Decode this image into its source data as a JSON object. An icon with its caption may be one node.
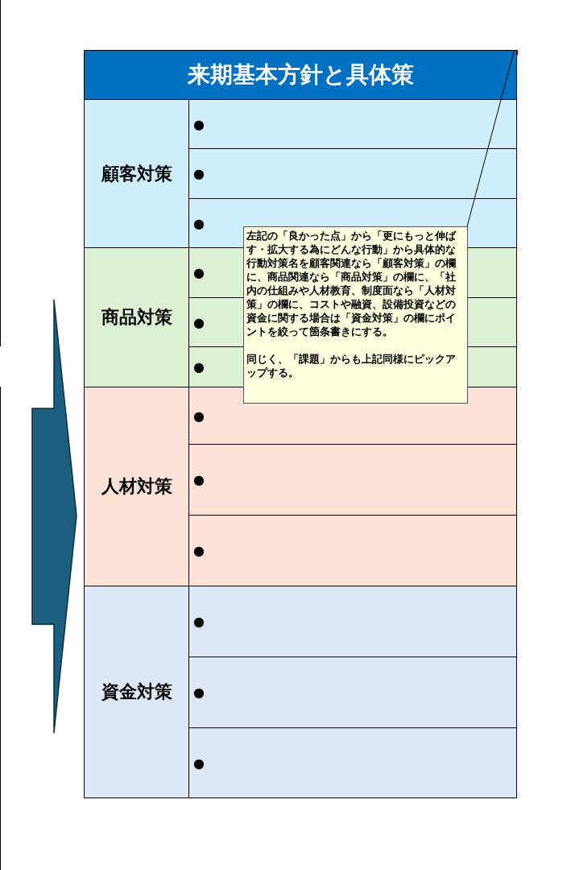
{
  "diagram": {
    "title": "来期基本方針と具体策",
    "nodes": [
      {
        "text": [
          "左記の「良かった点」から「更にもっと伸ばす・拡大する為にどんな行動」から具体的な行動対策名を顧客関連なら「顧客対策」の欄に、商品関連なら「商品対策」の欄に、「社内の仕組みや人材教育、制度面なら「人材対策」の欄に、コストや融資、設備投資などの資金に関する場合は「資金対策」の欄にポイントを絞って箇条書きにする。",
          "同じく、「課題」からも上記同様にピックアップする。"
        ]
      },
      {
        "text": [],
        "shape": "triangle"
      }
    ],
    "edges": [
      {
        "from": 0,
        "to": 1,
        "arrow": "none"
      }
    ],
    "labels": [
      "顧客対策",
      "●",
      "●",
      "●",
      "商品対策",
      "●",
      "●",
      "●",
      "人材対策",
      "●",
      "●",
      "●",
      "資金対策",
      "●",
      "●",
      "●"
    ]
  }
}
